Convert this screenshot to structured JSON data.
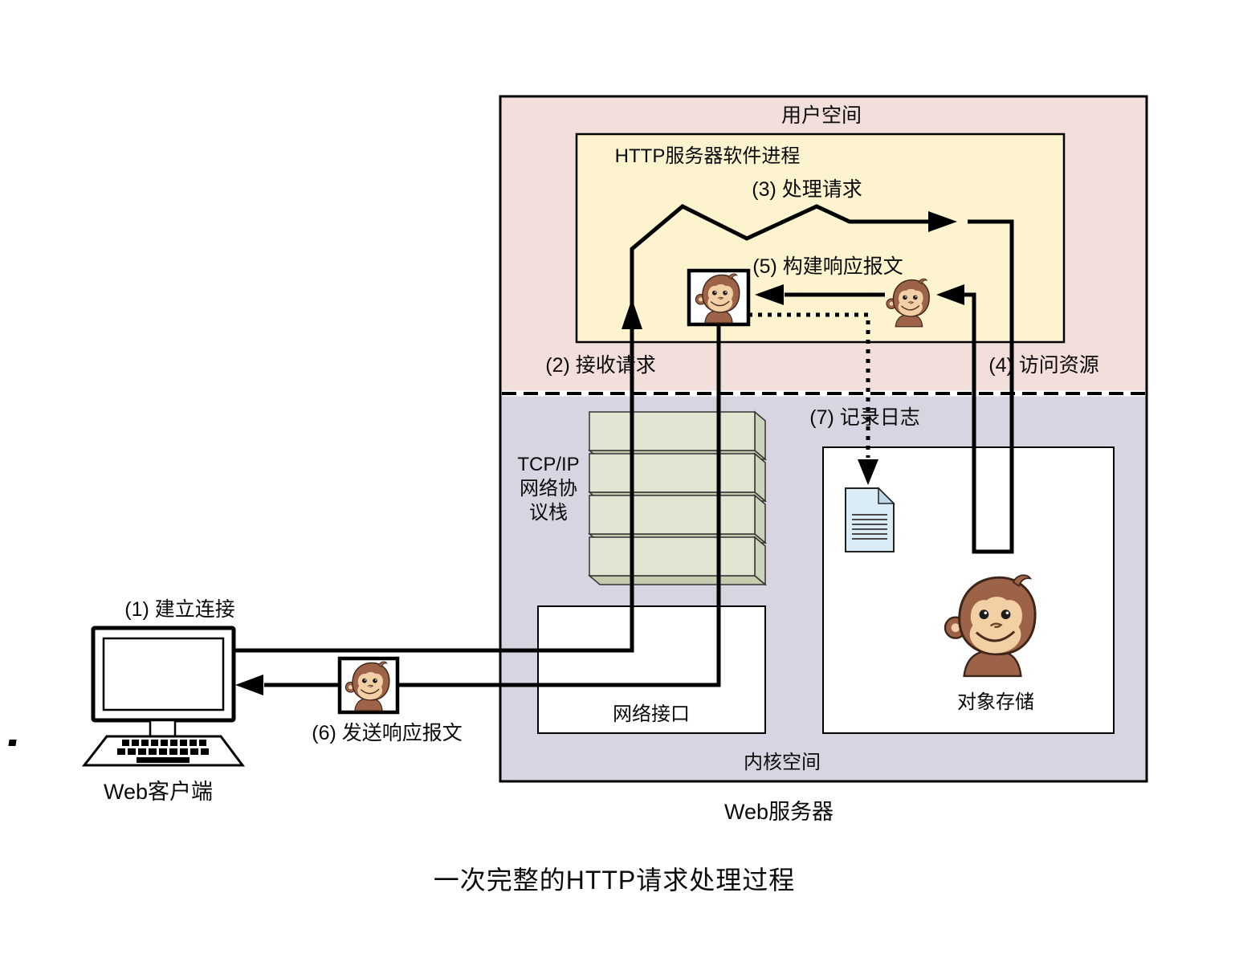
{
  "title": "一次完整的HTTP请求处理过程",
  "client": {
    "label": "Web客户端"
  },
  "server": {
    "label": "Web服务器"
  },
  "regions": {
    "user_space": "用户空间",
    "kernel_space": "内核空间",
    "http_process": "HTTP服务器软件进程",
    "tcpip_stack": "TCP/IP\n网络协\n议栈",
    "network_interface": "网络接口",
    "object_storage": "对象存储"
  },
  "steps": {
    "s1": "(1) 建立连接",
    "s2": "(2) 接收请求",
    "s3": "(3) 处理请求",
    "s4": "(4) 访问资源",
    "s5": "(5) 构建响应报文",
    "s6": "(6) 发送响应报文",
    "s7": "(7) 记录日志"
  },
  "colors": {
    "user_space_bg": "#f2dedb",
    "kernel_space_bg": "#d8d4e2",
    "process_bg": "#fdf3cf",
    "stack_front": "#e0e6d2",
    "stack_side": "#cbd3b9",
    "stack_bottom": "#c4ccb0",
    "document_fill": "#daedf6",
    "monkey_fur": "#9c6348",
    "monkey_face": "#f2cfa5",
    "arrow": "#000000"
  },
  "icons": {
    "client_computer": "computer-icon",
    "worker": "monkey-icon",
    "log_file": "document-icon",
    "protocol_stack": "stack-icon"
  }
}
